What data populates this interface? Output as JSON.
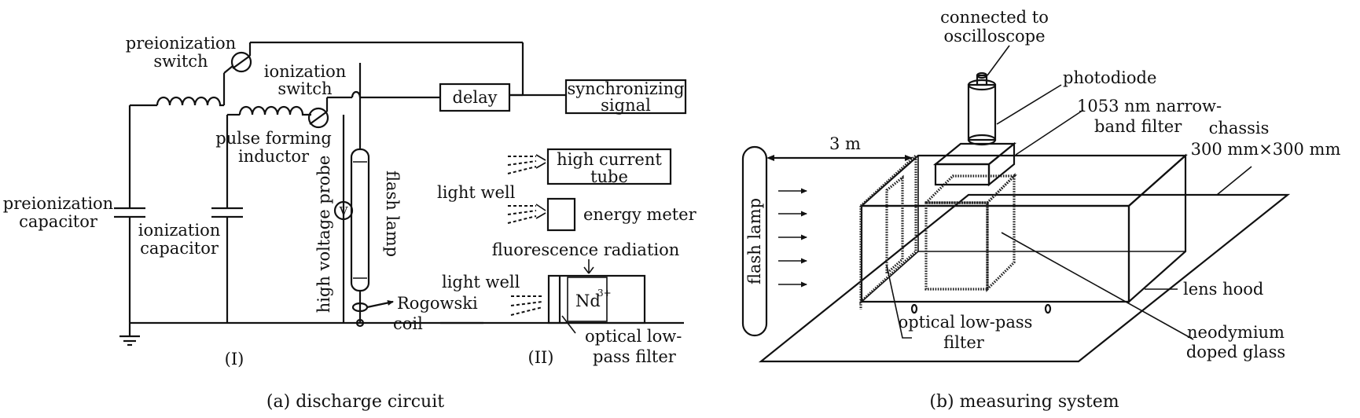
{
  "panel_a": {
    "caption": "(a) discharge circuit",
    "sub_I": "(I)",
    "sub_II": "(II)",
    "labels": {
      "preionization_switch_1": "preionization",
      "preionization_switch_2": "switch",
      "ionization_switch_1": "ionization",
      "ionization_switch_2": "switch",
      "delay": "delay",
      "sync_1": "synchronizing",
      "sync_2": "signal",
      "pulse_inductor_1": "pulse forming",
      "pulse_inductor_2": "inductor",
      "preion_cap_1": "preionization",
      "preion_cap_2": "capacitor",
      "ion_cap_1": "ionization",
      "ion_cap_2": "capacitor",
      "hv_probe": "high voltage probe",
      "voltmeter": "V",
      "flash_lamp": "flash lamp",
      "rogowski_1": "Rogowski",
      "rogowski_2": "coil",
      "high_current_1": "high current",
      "high_current_2": "tube",
      "light_well_1": "light well",
      "energy_meter": "energy meter",
      "fluorescence": "fluorescence radiation",
      "light_well_2": "light well",
      "nd": "Nd",
      "nd_sup": "3+",
      "olpf_a_1": "optical low-",
      "olpf_a_2": "pass filter"
    }
  },
  "panel_b": {
    "caption": "(b) measuring system",
    "labels": {
      "connected_1": "connected to",
      "connected_2": "oscilloscope",
      "photodiode": "photodiode",
      "filter_1": "1053 nm narrow-",
      "filter_2": "band filter",
      "chassis_1": "chassis",
      "chassis_2": "300 mm×300 mm",
      "distance": "3 m",
      "flash_lamp": "flash lamp",
      "lens_hood": "lens hood",
      "olpf_1": "optical low-pass",
      "olpf_2": "filter",
      "neo_1": "neodymium",
      "neo_2": "doped glass"
    }
  }
}
